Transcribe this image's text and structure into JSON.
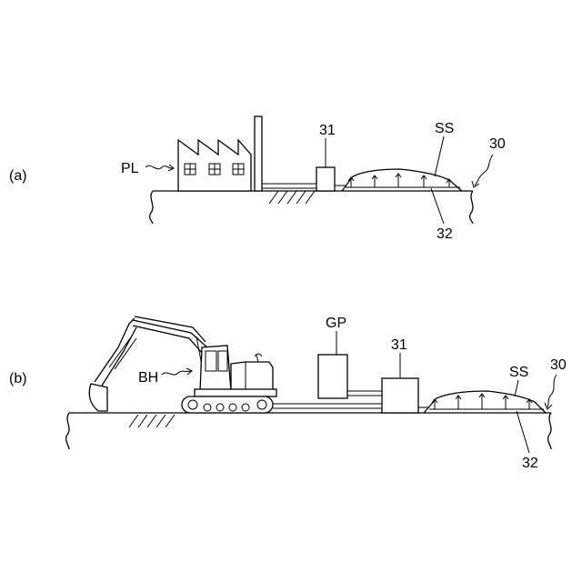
{
  "figures": {
    "a": {
      "marker": "(a)",
      "labels": {
        "plant": "PL",
        "unit": "31",
        "soil": "SS",
        "ground": "30",
        "pipe": "32"
      }
    },
    "b": {
      "marker": "(b)",
      "labels": {
        "backhoe": "BH",
        "generator": "GP",
        "unit": "31",
        "soil": "SS",
        "ground": "30",
        "pipe": "32"
      }
    }
  }
}
